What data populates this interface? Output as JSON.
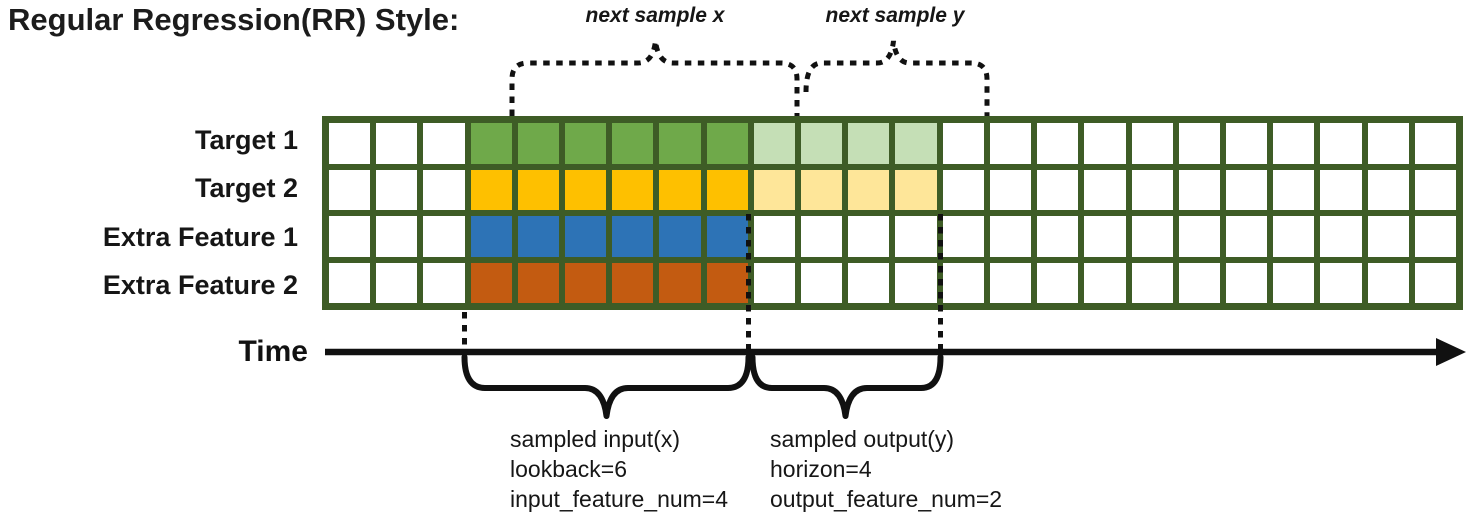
{
  "title": "Regular Regression(RR) Style:",
  "annotations": {
    "next_sample_x": "next sample x",
    "next_sample_y": "next sample y",
    "time_label": "Time",
    "sampled_input": [
      "sampled input(x)",
      "lookback=6",
      "input_feature_num=4"
    ],
    "sampled_output": [
      "sampled output(y)",
      "horizon=4",
      "output_feature_num=2"
    ]
  },
  "colors": {
    "grid_line": "#3E5C26",
    "cell_empty": "#FFFFFF",
    "input_green": "#6FA94A",
    "forecast_green": "#C5DFB6",
    "input_yellow": "#FEC000",
    "forecast_yellow": "#FEE699",
    "input_blue": "#2D73B6",
    "input_orange": "#C35B11",
    "ink": "#111111"
  },
  "grid": {
    "columns": 24,
    "lookback_columns": 6,
    "horizon_columns": 4,
    "rows": [
      {
        "label": "Target 1",
        "fills": [
          {
            "start": 3,
            "count": 6,
            "color": "input_green"
          },
          {
            "start": 9,
            "count": 4,
            "color": "forecast_green"
          }
        ]
      },
      {
        "label": "Target 2",
        "fills": [
          {
            "start": 3,
            "count": 6,
            "color": "input_yellow"
          },
          {
            "start": 9,
            "count": 4,
            "color": "forecast_yellow"
          }
        ]
      },
      {
        "label": "Extra Feature 1",
        "fills": [
          {
            "start": 3,
            "count": 6,
            "color": "input_blue"
          }
        ]
      },
      {
        "label": "Extra Feature 2",
        "fills": [
          {
            "start": 3,
            "count": 6,
            "color": "input_orange"
          }
        ]
      }
    ]
  }
}
